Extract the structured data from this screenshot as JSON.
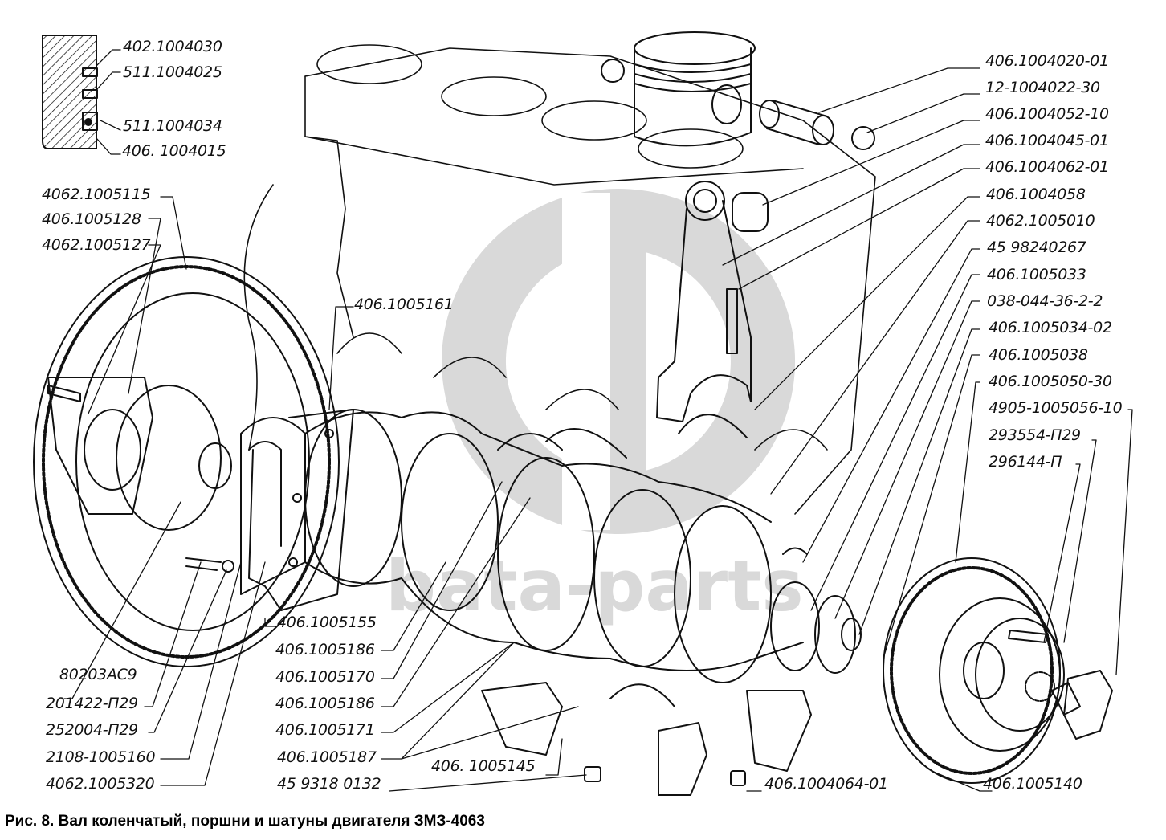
{
  "caption": "Рис. 8. Вал коленчатый, поршни и шатуны двигателя ЗМЗ-4063",
  "watermark": {
    "text": "bata-parts",
    "color": "#d9d9d9"
  },
  "colors": {
    "ink": "#111111",
    "watermark": "#d9d9d9",
    "background": "#ffffff"
  },
  "labels": {
    "ring_section": [
      {
        "id": "compression-ring-top",
        "part": "402.1004030"
      },
      {
        "id": "compression-ring-second",
        "part": "511.1004025"
      },
      {
        "id": "oil-ring",
        "part": "511.1004034"
      },
      {
        "id": "piston-section",
        "part": "406. 1004015"
      }
    ],
    "right_column": [
      {
        "id": "piston",
        "part": "406.1004020-01"
      },
      {
        "id": "retaining-ring",
        "part": "12-1004022-30"
      },
      {
        "id": "piston-pin",
        "part": "406.1004052-10"
      },
      {
        "id": "connecting-rod",
        "part": "406.1004045-01"
      },
      {
        "id": "conrod-bushing",
        "part": "406.1004062-01"
      },
      {
        "id": "conrod-bearing",
        "part": "406.1004058"
      },
      {
        "id": "crankshaft",
        "part": "4062.1005010"
      },
      {
        "id": "segment-key",
        "part": "45 98240267"
      },
      {
        "id": "crank-sprocket",
        "part": "406.1005033"
      },
      {
        "id": "oil-seal",
        "part": "038-044-36-2-2"
      },
      {
        "id": "spacer",
        "part": "406.1005034-02"
      },
      {
        "id": "front-cover-ring",
        "part": "406.1005038"
      },
      {
        "id": "damper-pulley",
        "part": "406.1005050-30"
      },
      {
        "id": "ratchet-bolt",
        "part": "4905-1005056-10"
      },
      {
        "id": "key",
        "part": "293554-П29"
      },
      {
        "id": "washer",
        "part": "296144-П"
      }
    ],
    "left_upper": [
      {
        "id": "flywheel",
        "part": "4062.1005115"
      },
      {
        "id": "flywheel-washer-plate",
        "part": "406.1005128"
      },
      {
        "id": "flywheel-bolt",
        "part": "4062.1005127"
      }
    ],
    "rear_seal_holder": {
      "id": "rear-seal-holder",
      "part": "406.1005161"
    },
    "left_lower": [
      {
        "id": "bearing",
        "part": "80203АС9"
      },
      {
        "id": "holder-bolt",
        "part": "201422-П29"
      },
      {
        "id": "holder-washer",
        "part": "252004-П29"
      },
      {
        "id": "rear-oil-seal",
        "part": "2108-1005160"
      },
      {
        "id": "rear-seal-gasket",
        "part": "4062.1005320"
      }
    ],
    "center_lower": [
      {
        "id": "gasket",
        "part": "406.1005155"
      },
      {
        "id": "main-bearing-upper",
        "part": "406.1005186"
      },
      {
        "id": "main-bearing-lower",
        "part": "406.1005170"
      },
      {
        "id": "main-bearing-upper-2",
        "part": "406.1005186"
      },
      {
        "id": "main-bearing-lower-2",
        "part": "406.1005171"
      },
      {
        "id": "thrust-half-ring",
        "part": "406.1005187"
      },
      {
        "id": "bolt-main-cap",
        "part": "45 9318 0132"
      }
    ],
    "cap_label": {
      "id": "main-bearing-cap",
      "part": "406. 1005145"
    },
    "bottom_row": [
      {
        "id": "conrod-nut",
        "part": "406.1004064-01"
      },
      {
        "id": "pulley-bolt",
        "part": "406.1005140"
      }
    ]
  }
}
